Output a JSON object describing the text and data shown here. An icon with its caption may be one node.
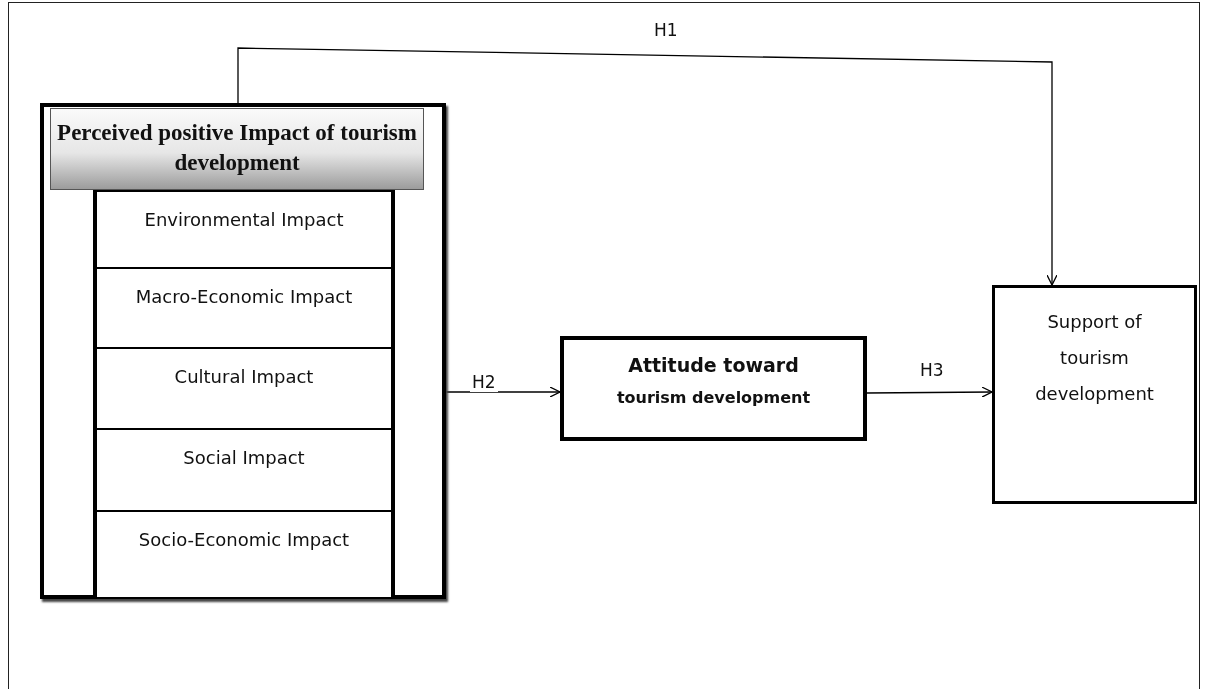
{
  "diagram": {
    "nodes": [
      {
        "text": [
          "Perceived positive Impact of tourism development"
        ]
      },
      {
        "text": [
          "Environmental Impact"
        ],
        "in": 0
      },
      {
        "text": [
          "Macro-Economic Impact"
        ],
        "in": 0
      },
      {
        "text": [
          "Cultural Impact"
        ],
        "in": 0
      },
      {
        "text": [
          "Social Impact"
        ],
        "in": 0
      },
      {
        "text": [
          "Socio-Economic Impact"
        ],
        "in": 0
      },
      {
        "text": [
          "Attitude toward",
          "tourism development"
        ]
      },
      {
        "text": [
          "Support of tourism development"
        ]
      }
    ],
    "edges": [
      {
        "from": 0,
        "to": 7,
        "arrow": "to",
        "label": "H1"
      },
      {
        "from": 0,
        "to": 6,
        "arrow": "to",
        "label": "H2"
      },
      {
        "from": 6,
        "to": 7,
        "arrow": "to",
        "label": "H3"
      }
    ]
  }
}
